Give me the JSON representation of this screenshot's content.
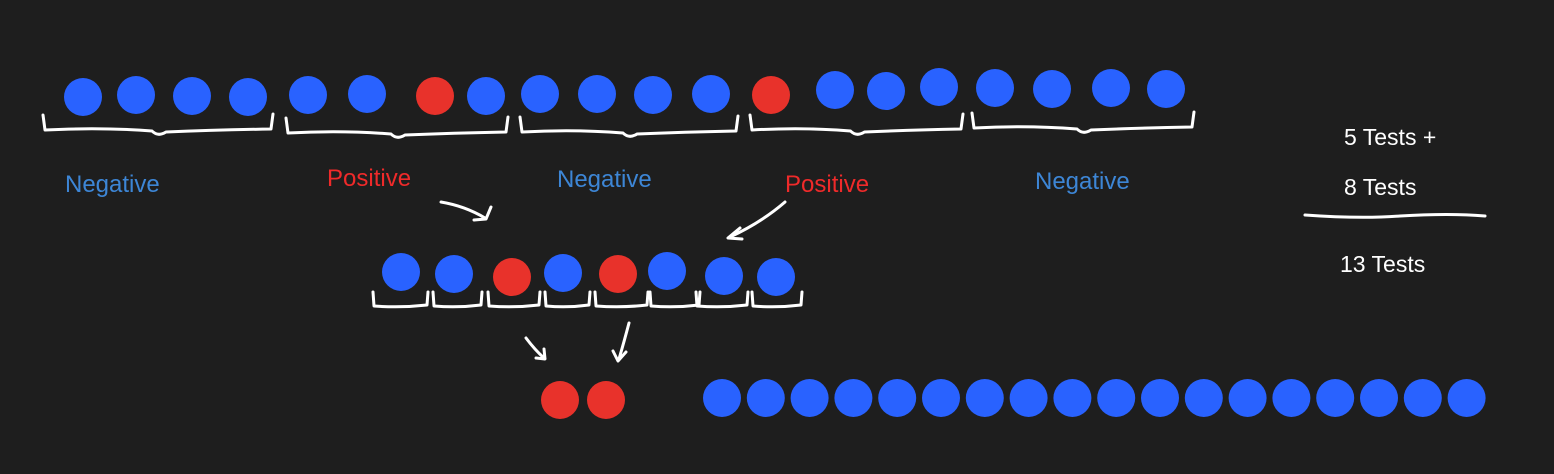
{
  "colors": {
    "background": "#1e1e1e",
    "negative_dot": "#2962ff",
    "positive_dot": "#e8322b",
    "negative_text": "#3d86d6",
    "positive_text": "#ef2a2a",
    "ink": "#ffffff"
  },
  "stage1": {
    "groups": [
      {
        "result": "Negative",
        "samples": [
          "negative",
          "negative",
          "negative",
          "negative"
        ]
      },
      {
        "result": "Positive",
        "samples": [
          "negative",
          "negative",
          "positive",
          "negative"
        ]
      },
      {
        "result": "Negative",
        "samples": [
          "negative",
          "negative",
          "negative",
          "negative"
        ]
      },
      {
        "result": "Positive",
        "samples": [
          "positive",
          "negative",
          "negative",
          "negative"
        ]
      },
      {
        "result": "Negative",
        "samples": [
          "negative",
          "negative",
          "negative",
          "negative"
        ]
      }
    ]
  },
  "stage2": {
    "samples": [
      "negative",
      "negative",
      "positive",
      "negative",
      "positive",
      "negative",
      "negative",
      "negative"
    ]
  },
  "stage3": {
    "positive_samples": [
      "positive",
      "positive"
    ],
    "negative_samples": [
      "negative",
      "negative",
      "negative",
      "negative",
      "negative",
      "negative",
      "negative",
      "negative",
      "negative",
      "negative",
      "negative",
      "negative",
      "negative",
      "negative",
      "negative",
      "negative",
      "negative",
      "negative"
    ]
  },
  "tally": {
    "line1": "5 Tests +",
    "line2": "8 Tests",
    "total": "13 Tests"
  }
}
